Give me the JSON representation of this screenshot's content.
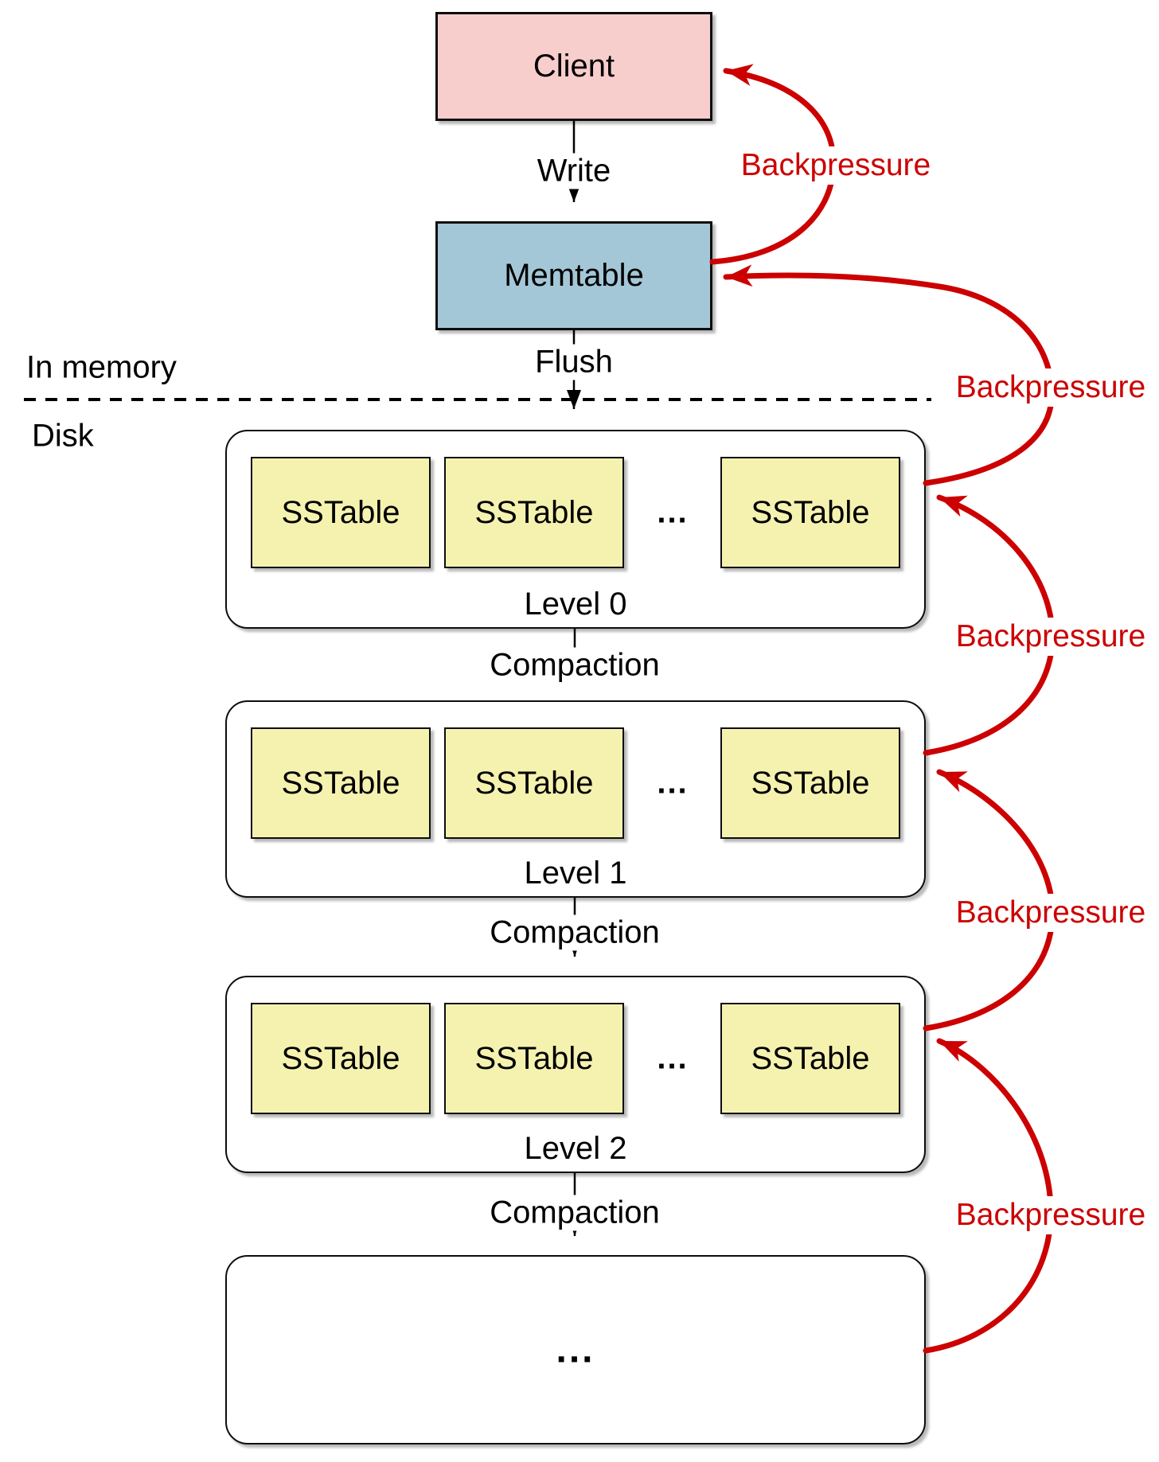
{
  "diagram": {
    "regions": {
      "memory": "In memory",
      "disk": "Disk"
    },
    "client": {
      "label": "Client"
    },
    "memtable": {
      "label": "Memtable"
    },
    "edges": {
      "write": "Write",
      "flush": "Flush",
      "compaction": "Compaction"
    },
    "backpressure_label": "Backpressure",
    "levels": [
      {
        "label": "Level 0",
        "sstables": [
          "SSTable",
          "SSTable",
          "SSTable"
        ],
        "more": "..."
      },
      {
        "label": "Level 1",
        "sstables": [
          "SSTable",
          "SSTable",
          "SSTable"
        ],
        "more": "..."
      },
      {
        "label": "Level 2",
        "sstables": [
          "SSTable",
          "SSTable",
          "SSTable"
        ],
        "more": "..."
      }
    ],
    "bottom": {
      "more": "..."
    },
    "colors": {
      "client_fill": "#f8cecc",
      "memtable_fill": "#a4c7d7",
      "sstable_fill": "#f5f2b0",
      "backpressure_red": "#cc0000",
      "line_black": "#000000"
    }
  }
}
